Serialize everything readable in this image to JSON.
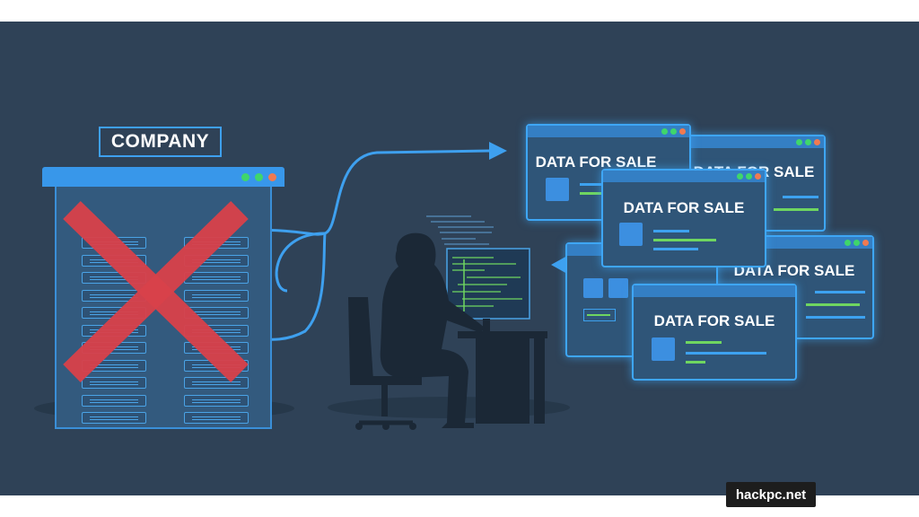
{
  "company_label": "COMPANY",
  "sale_cards": [
    {
      "title": "DATA FOR SALE"
    },
    {
      "title": "DATA FOR SALE"
    },
    {
      "title": "DATA FOR SALE"
    },
    {
      "title": "DATA FOR SALE"
    },
    {
      "title": "DATA FOR SALE"
    }
  ],
  "watermark": "hackpc.net",
  "colors": {
    "background": "#2f4257",
    "accent_blue": "#3ea0ef",
    "cross_red": "#d9414a",
    "code_green": "#6fd660",
    "dot_green": "#3fd66b",
    "dot_orange": "#f07a50"
  },
  "icons": [
    "browser-window-icon",
    "server-rack-icon",
    "cross-out-icon",
    "hooded-hacker-icon",
    "computer-monitor-icon",
    "arrow-icon"
  ]
}
